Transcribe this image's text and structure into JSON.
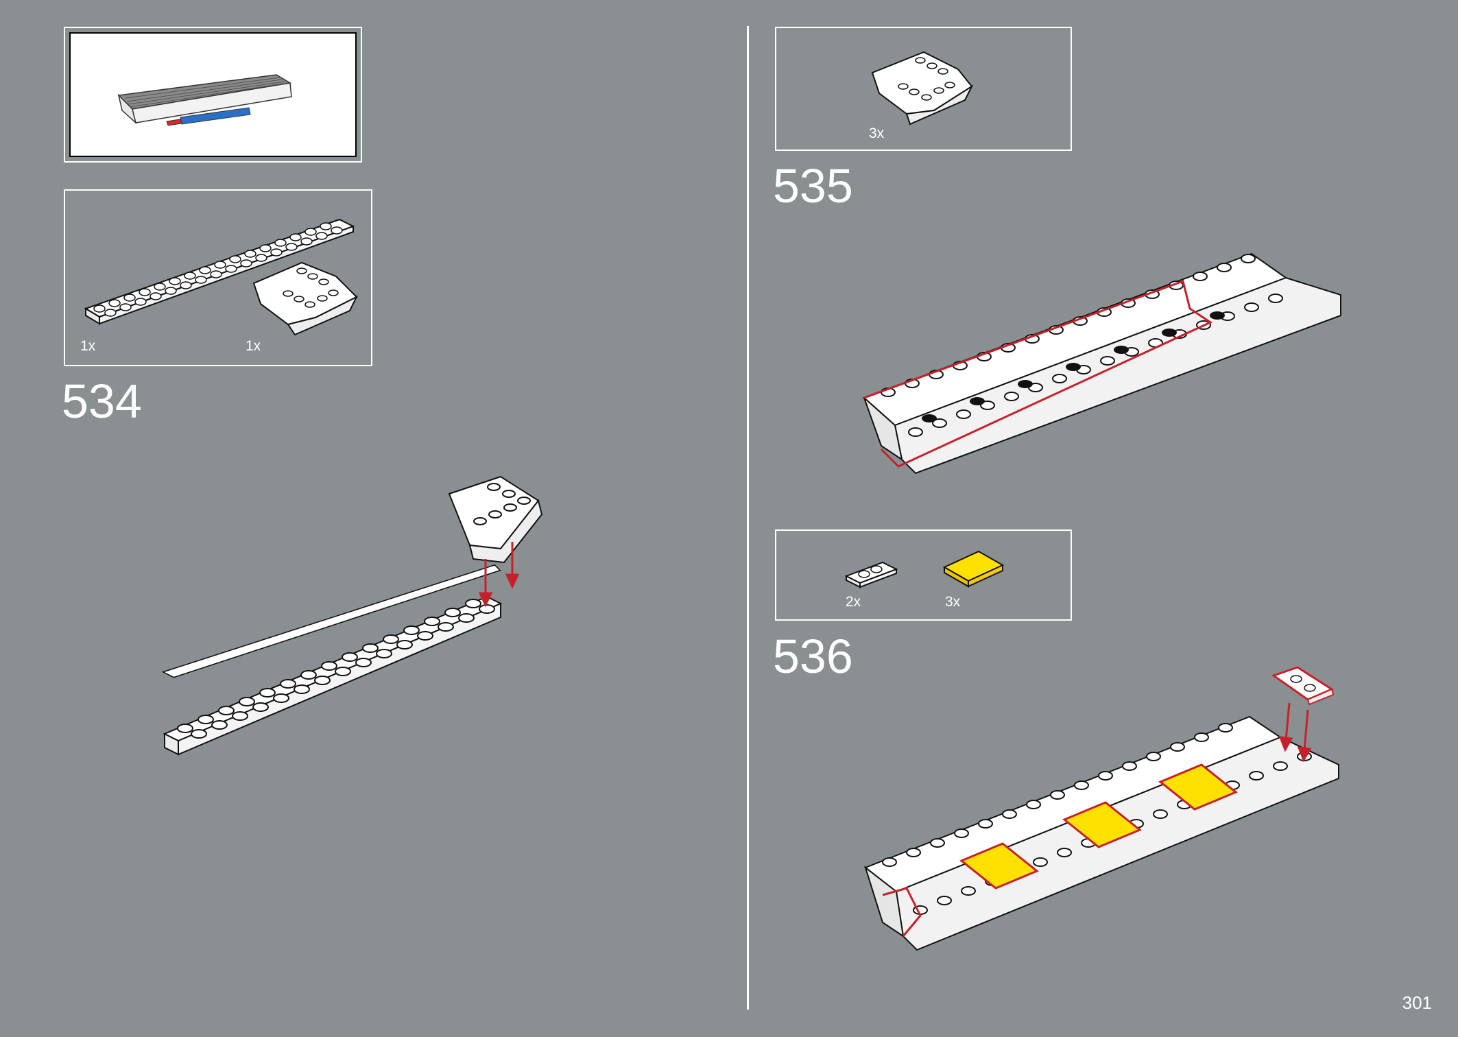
{
  "colors": {
    "background": "#8a9092",
    "frame": "#ffffff",
    "brick_white": "#ffffff",
    "outline": "#000000",
    "highlight_red": "#c8202a",
    "tile_yellow": "#ffe100",
    "tile_orange": "#f6c800",
    "grille_gray": "#7c7c7c",
    "accent_blue": "#2a70c8"
  },
  "step_534": {
    "number": "534",
    "parts": [
      {
        "qty": "1x",
        "icon": "plate-2x16-icon"
      },
      {
        "qty": "1x",
        "icon": "inverted-slope-icon"
      }
    ]
  },
  "step_535": {
    "number": "535",
    "parts": [
      {
        "qty": "3x",
        "icon": "inverted-slope-icon"
      }
    ]
  },
  "step_536": {
    "number": "536",
    "parts": [
      {
        "qty": "2x",
        "icon": "plate-1x2-icon"
      },
      {
        "qty": "3x",
        "icon": "yellow-tile-2x2-icon"
      }
    ]
  },
  "page_number": "301"
}
